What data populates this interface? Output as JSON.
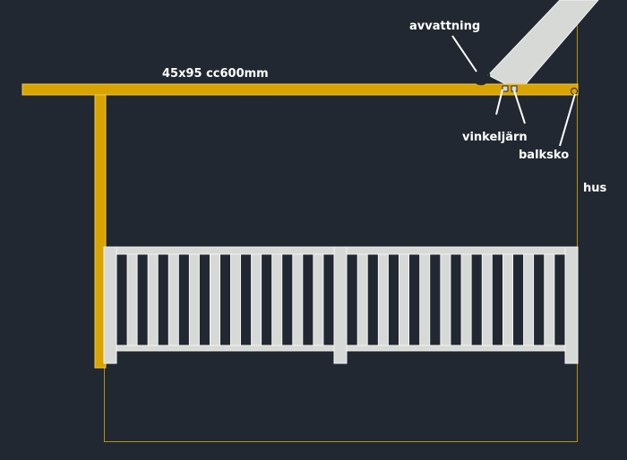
{
  "labels": {
    "joist": "45x95 cc600mm",
    "drainage": "avvattning",
    "angle_iron": "vinkeljärn",
    "joist_hanger": "balksko",
    "house": "hus"
  },
  "colors": {
    "background": "#222831",
    "timber": "#d9a400",
    "timber_edge": "#f2c94c",
    "railing": "#d7d9d6",
    "railing_edge": "#f4f4f2",
    "outline": "#b3930a",
    "label": "#ffffff"
  },
  "railing": {
    "panels": 2,
    "balusters_per_panel": 10
  }
}
